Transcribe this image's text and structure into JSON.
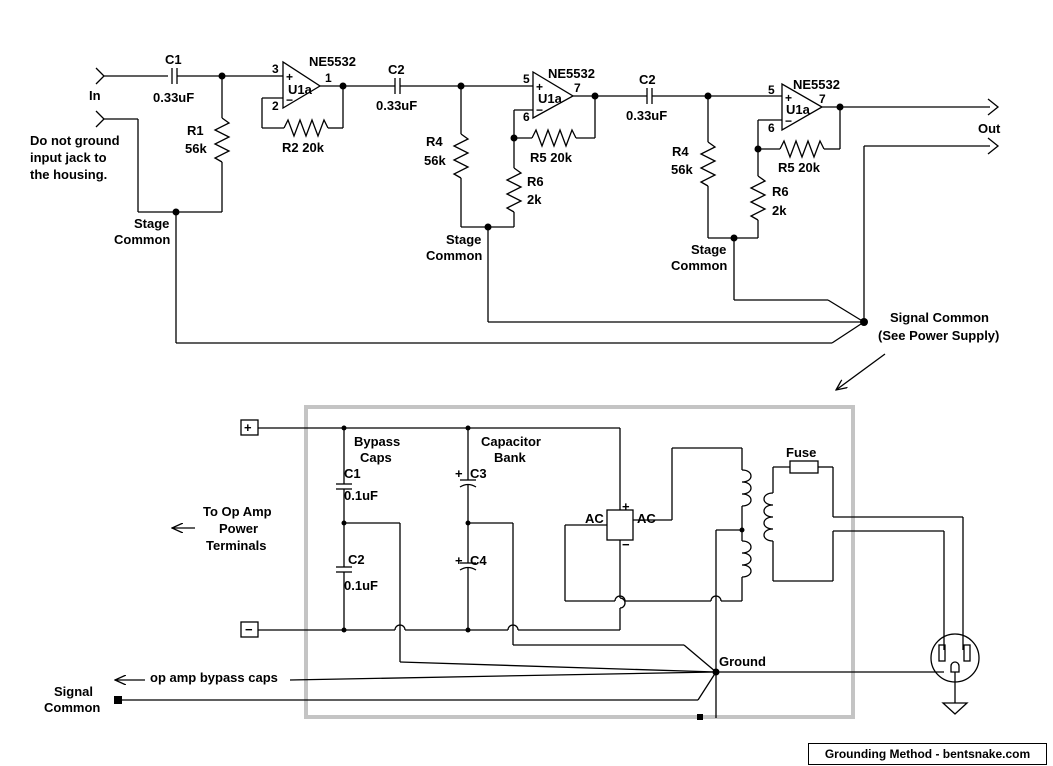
{
  "input": {
    "label": "In",
    "note_lines": [
      "Do not ground",
      "input jack to",
      "the housing."
    ]
  },
  "output": {
    "label": "Out"
  },
  "stage1": {
    "c1": {
      "name": "C1",
      "value": "0.33uF"
    },
    "r1": {
      "name": "R1",
      "value": "56k"
    },
    "opamp": {
      "part": "NE5532",
      "ref": "U1a",
      "pin_in_pos": "3",
      "pin_in_neg": "2",
      "pin_out": "1"
    },
    "r2": {
      "label": "R2 20k"
    },
    "common": [
      "Stage",
      "Common"
    ]
  },
  "stage2": {
    "c2": {
      "name": "C2",
      "value": "0.33uF"
    },
    "r4": {
      "name": "R4",
      "value": "56k"
    },
    "opamp": {
      "part": "NE5532",
      "ref": "U1a",
      "pin_in_pos": "5",
      "pin_in_neg": "6",
      "pin_out": "7"
    },
    "r5": {
      "label": "R5 20k"
    },
    "r6": {
      "name": "R6",
      "value": "2k"
    },
    "common": [
      "Stage",
      "Common"
    ]
  },
  "stage3": {
    "c2": {
      "name": "C2",
      "value": "0.33uF"
    },
    "r4": {
      "name": "R4",
      "value": "56k"
    },
    "opamp": {
      "part": "NE5532",
      "ref": "U1a",
      "pin_in_pos": "5",
      "pin_in_neg": "6",
      "pin_out": "7"
    },
    "r5": {
      "label": "R5 20k"
    },
    "r6": {
      "name": "R6",
      "value": "2k"
    },
    "common": [
      "Stage",
      "Common"
    ]
  },
  "signal_common_note": [
    "Signal Common",
    "(See Power Supply)"
  ],
  "power_supply": {
    "plus_symbol": "+",
    "minus_symbol": "−",
    "bypass_label": [
      "Bypass",
      "Caps"
    ],
    "bank_label": [
      "Capacitor",
      "Bank"
    ],
    "c1": {
      "name": "C1",
      "value": "0.1uF"
    },
    "c2": {
      "name": "C2",
      "value": "0.1uF"
    },
    "c3": {
      "name": "C3"
    },
    "c4": {
      "name": "C4"
    },
    "cap_polarity": "+",
    "to_opamp": [
      "To Op Amp",
      "Power",
      "Terminals"
    ],
    "bridge": {
      "ac_left": "AC",
      "ac_right": "AC",
      "plus": "+",
      "minus": "−"
    },
    "fuse": "Fuse",
    "ground": "Ground",
    "bypass_arrow_label": "op amp bypass caps",
    "signal_common": [
      "Signal",
      "Common"
    ]
  },
  "footer": "Grounding Method - bentsnake.com",
  "colors": {
    "lines": "#000000",
    "enclosure": "#c4c4c4",
    "background": "#ffffff"
  }
}
